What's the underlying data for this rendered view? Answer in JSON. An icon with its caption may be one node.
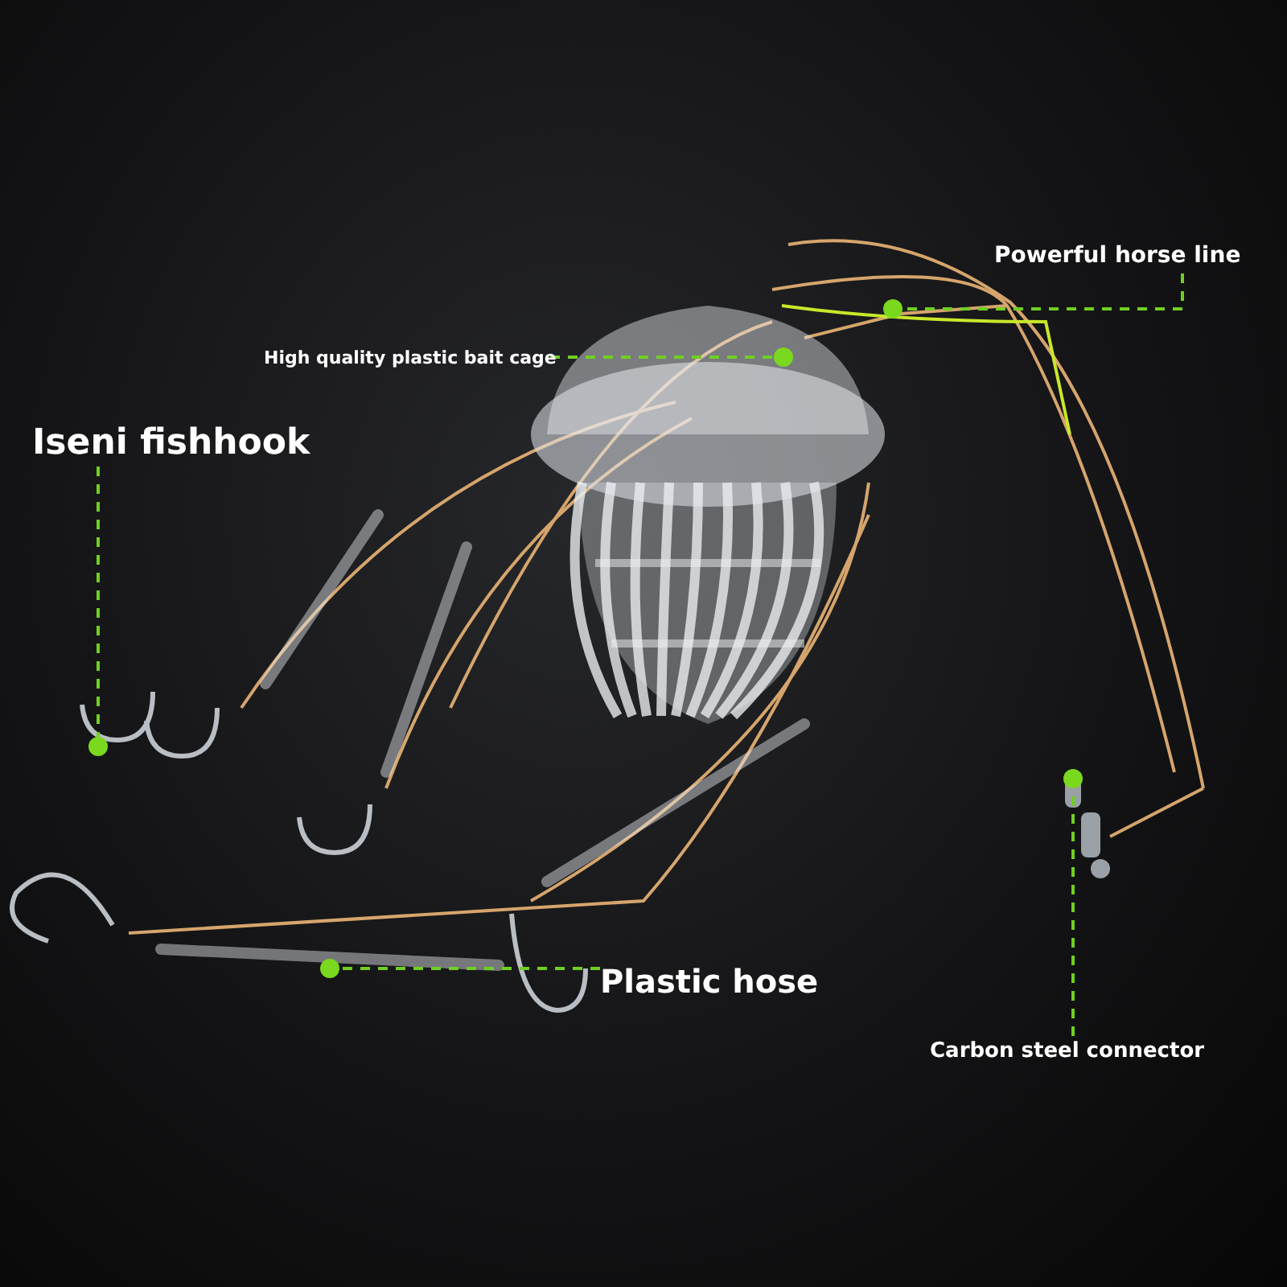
{
  "diagram": {
    "nodes": [
      {
        "text": [
          "Powerful horse line"
        ]
      },
      {
        "text": [],
        "shape": "circle"
      },
      {
        "text": [
          "High quality plastic bait cage"
        ]
      },
      {
        "text": [],
        "shape": "circle"
      },
      {
        "text": [
          "Iseni fishhook"
        ]
      },
      {
        "text": [],
        "shape": "circle"
      },
      {
        "text": [
          "Plastic hose"
        ]
      },
      {
        "text": [],
        "shape": "circle"
      },
      {
        "text": [
          "Carbon steel connector"
        ]
      },
      {
        "text": [],
        "shape": "circle"
      }
    ],
    "edges": [
      {
        "from": 0,
        "to": 1,
        "arrow": "none",
        "style": "dashed"
      },
      {
        "from": 2,
        "to": 3,
        "arrow": "none",
        "style": "dashed"
      },
      {
        "from": 4,
        "to": 5,
        "arrow": "none",
        "style": "dashed"
      },
      {
        "from": 6,
        "to": 7,
        "arrow": "none",
        "style": "dashed"
      },
      {
        "from": 8,
        "to": 9,
        "arrow": "none",
        "style": "dashed"
      }
    ]
  }
}
